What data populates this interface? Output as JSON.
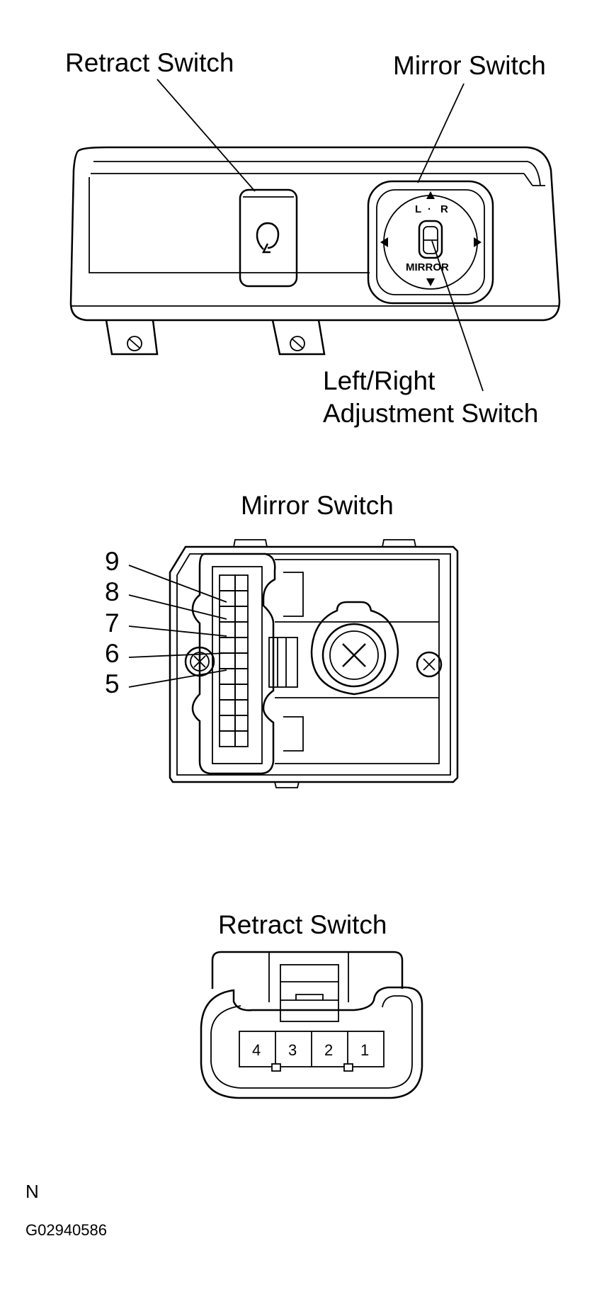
{
  "callouts": {
    "retract_switch": "Retract Switch",
    "mirror_switch": "Mirror Switch",
    "lr_adjust_line1": "Left/Right",
    "lr_adjust_line2": "Adjustment Switch"
  },
  "knob_labels": {
    "left": "L",
    "dot": "·",
    "right": "R",
    "mirror": "MIRROR"
  },
  "mirror_connector": {
    "title": "Mirror Switch",
    "pins": [
      "9",
      "8",
      "7",
      "6",
      "5"
    ]
  },
  "retract_connector": {
    "title": "Retract Switch",
    "pins": [
      "4",
      "3",
      "2",
      "1"
    ]
  },
  "footer": {
    "letter": "N",
    "code": "G02940586"
  },
  "colors": {
    "ink": "#000000",
    "panel_fill": "#ffffff",
    "background": "#ffffff"
  },
  "icons": [
    "retract-fold-icon",
    "arrow-up-icon",
    "arrow-down-icon",
    "arrow-left-icon",
    "arrow-right-icon",
    "screw-cross-icon"
  ]
}
